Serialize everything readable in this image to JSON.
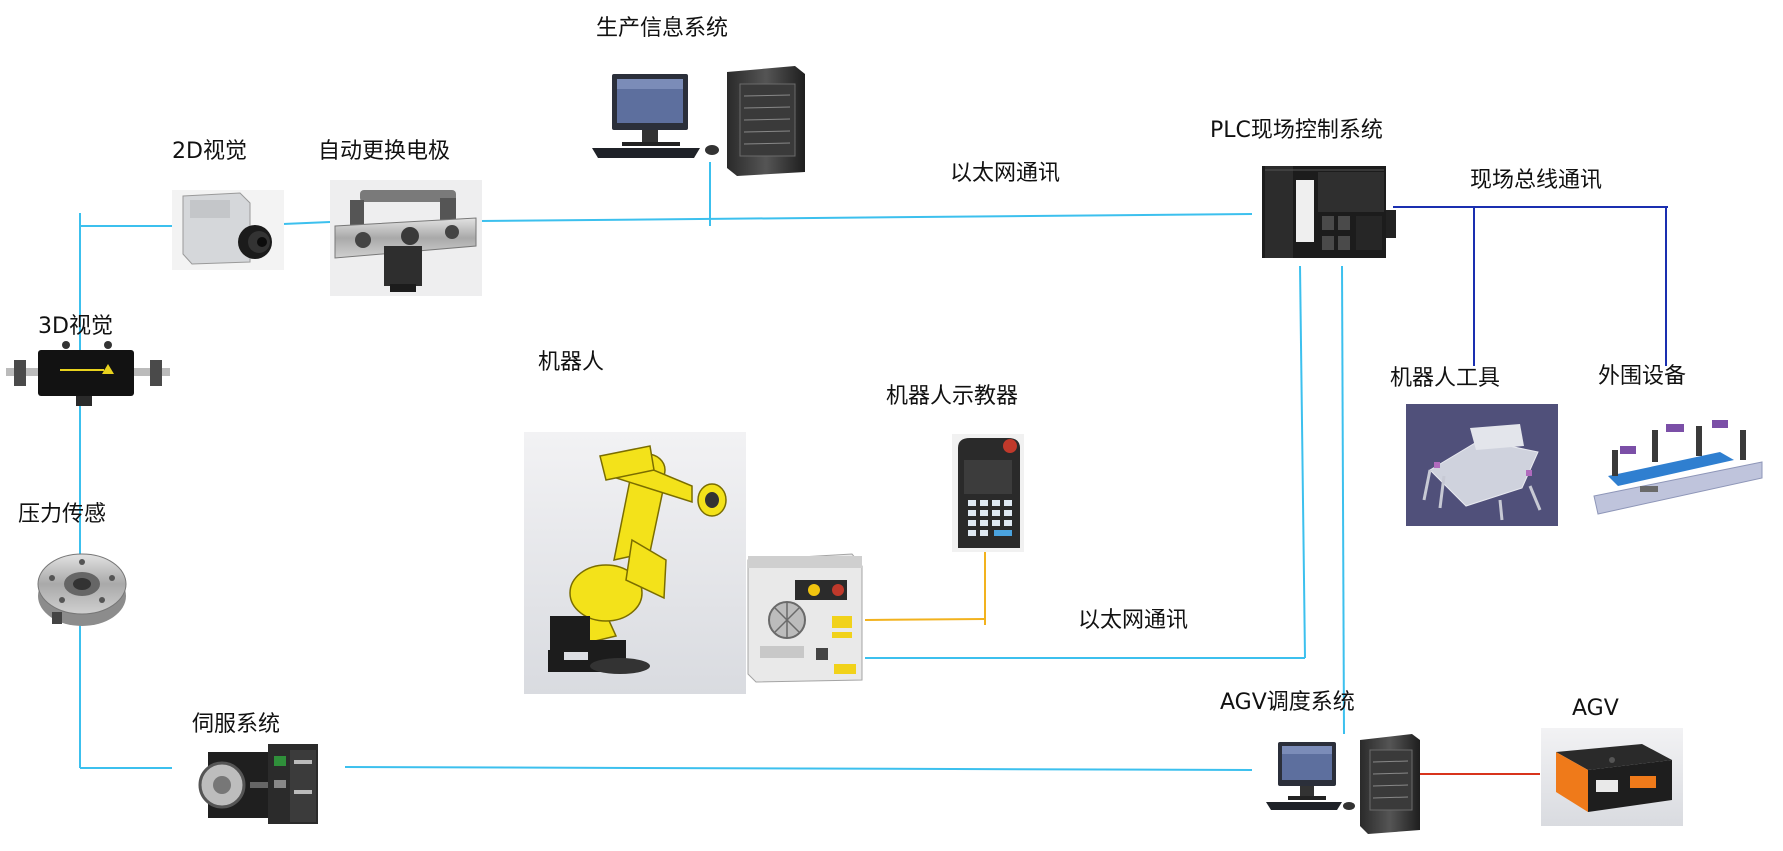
{
  "labels": {
    "mes": "生产信息系统",
    "vision2d": "2D视觉",
    "electrode": "自动更换电极",
    "vision3d": "3D视觉",
    "force": "压力传感",
    "servo": "伺服系统",
    "robot": "机器人",
    "pendant": "机器人示教器",
    "ethernet_top": "以太网通讯",
    "ethernet_mid": "以太网通讯",
    "plc": "PLC现场控制系统",
    "fieldbus": "现场总线通讯",
    "robot_tool": "机器人工具",
    "peripheral": "外围设备",
    "agv_dispatch": "AGV调度系统",
    "agv": "AGV"
  },
  "colors": {
    "ethernet_line": "#3cc0ee",
    "fieldbus_line": "#1a2fb0",
    "robot_link_line": "#f2b21e",
    "agv_link_line": "#d8341c",
    "robot_yellow": "#f3e21a"
  },
  "icons": {
    "mes": "workstation-and-server-icon",
    "vision2d": "industrial-camera-icon",
    "electrode": "electrode-changer-icon",
    "vision3d": "3d-scanner-icon",
    "force": "load-cell-icon",
    "servo": "servo-motor-drive-icon",
    "robot": "industrial-robot-arm-icon",
    "controller": "robot-controller-cabinet-icon",
    "pendant": "teach-pendant-icon",
    "plc": "plc-module-icon",
    "robot_tool": "robot-tool-fixture-icon",
    "peripheral": "peripheral-fixture-icon",
    "agv_dispatch": "workstation-and-server-icon",
    "agv": "agv-vehicle-icon"
  }
}
